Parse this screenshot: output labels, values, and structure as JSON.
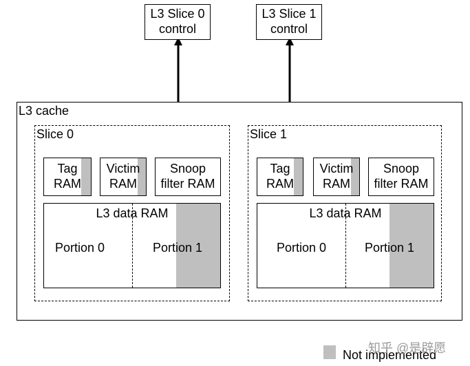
{
  "controls": {
    "slice0": [
      "L3 Slice 0",
      "control"
    ],
    "slice1": [
      "L3 Slice 1",
      "control"
    ]
  },
  "cache": {
    "title": "L3 cache"
  },
  "slices": [
    {
      "title": "Slice 0",
      "tag": [
        "Tag",
        "RAM"
      ],
      "victim": [
        "Victim",
        "RAM"
      ],
      "snoop": [
        "Snoop",
        "filter RAM"
      ],
      "data_title": "L3 data RAM",
      "portion0": "Portion 0",
      "portion1": "Portion 1"
    },
    {
      "title": "Slice 1",
      "tag": [
        "Tag",
        "RAM"
      ],
      "victim": [
        "Victim",
        "RAM"
      ],
      "snoop": [
        "Snoop",
        "filter RAM"
      ],
      "data_title": "L3 data RAM",
      "portion0": "Portion 0",
      "portion1": "Portion 1"
    }
  ],
  "legend": {
    "label": "Not implemented",
    "color": "#bfbfbf"
  },
  "watermark": "知乎 @是辟愿"
}
